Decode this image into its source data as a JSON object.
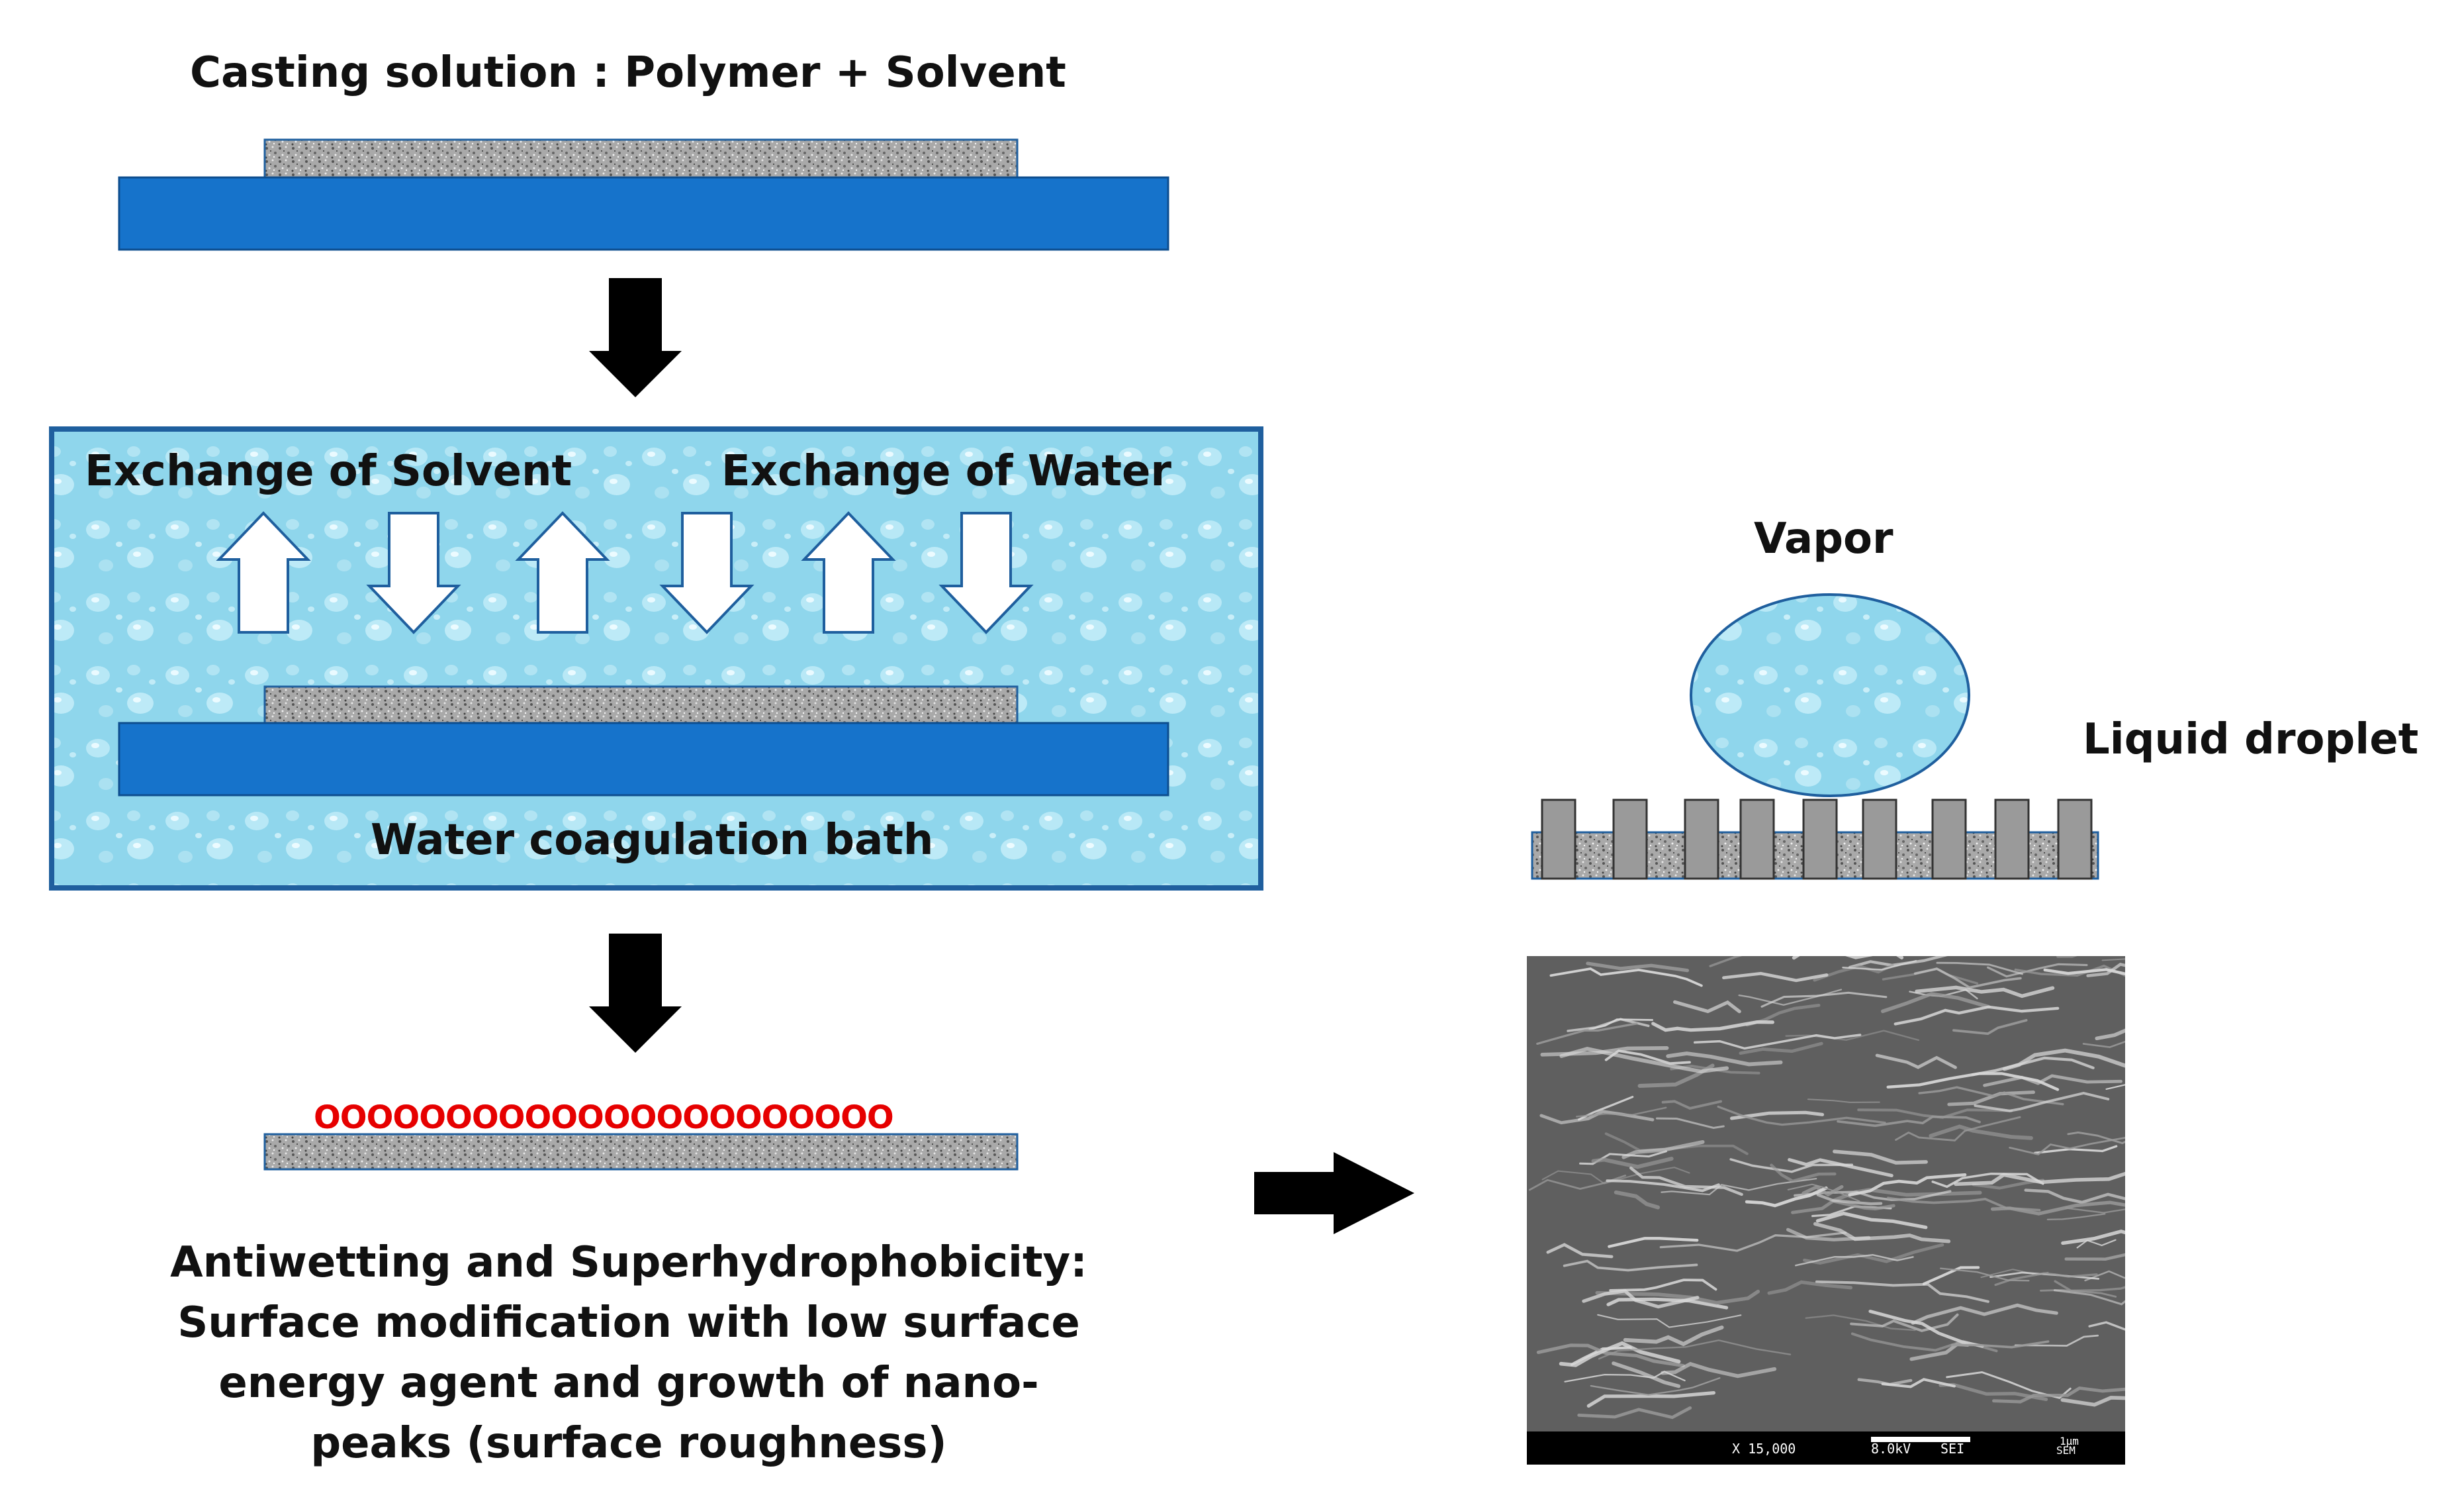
{
  "title": "Casting solution : Polymer + Solvent",
  "bath": {
    "left_label": "Exchange of Solvent",
    "right_label": "Exchange of Water",
    "bottom_label": "Water coagulation bath"
  },
  "result": {
    "beads": "OOOOOOOOOOOOOOOOOOOOOO",
    "lines": [
      "Antiwetting and Superhydrophobicity:",
      "Surface modification with low surface",
      "energy agent and growth of nano-",
      "peaks (surface roughness)"
    ]
  },
  "droplet": {
    "vapor_label": "Vapor",
    "liquid_label": "Liquid droplet"
  },
  "sem": {
    "magnification": "X 15,000",
    "voltage": "8.0kV",
    "detector": "SEI",
    "scale": "1μm",
    "mode": "SEM"
  },
  "colors": {
    "substrate": "#1673cb",
    "water": "#8fd6ec",
    "water_border": "#1f5f9e",
    "film": "#a8a8a8",
    "arrow": "#000000",
    "beads": "#e60000"
  }
}
